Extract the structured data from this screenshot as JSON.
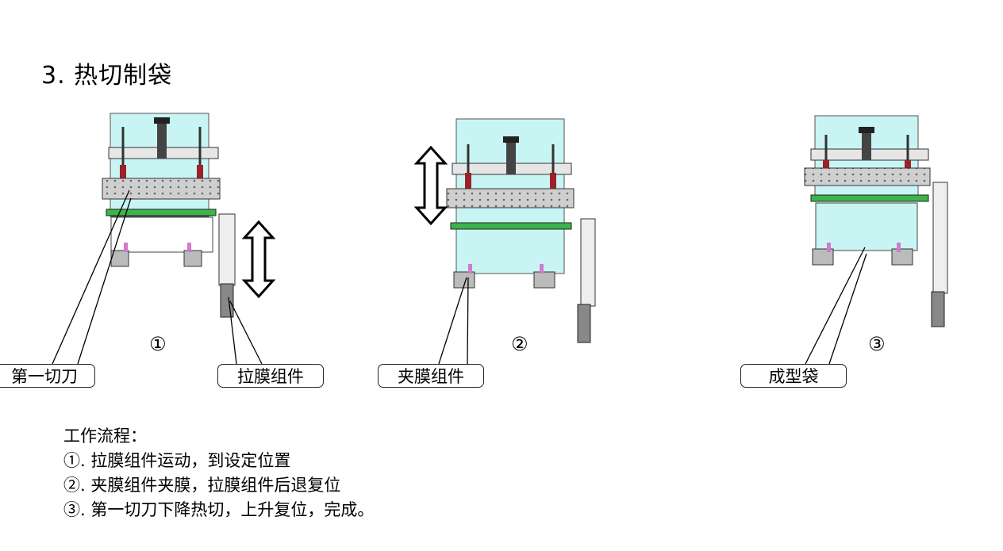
{
  "title": "3. 热切制袋",
  "steps_numbers": [
    "①",
    "②",
    "③"
  ],
  "callouts": {
    "first_cutter": "第一切刀",
    "pull_film": "拉膜组件",
    "clamp_film": "夹膜组件",
    "formed_bag": "成型袋"
  },
  "workflow": {
    "heading": "工作流程：",
    "lines": [
      "①. 拉膜组件运动，到设定位置",
      "②. 夹膜组件夹膜，拉膜组件后退复位",
      "③. 第一切刀下降热切，上升复位，完成。"
    ]
  },
  "colors": {
    "film": "#c9f4f4",
    "green_bar": "#3bb54a",
    "frame": "#d9d9d9",
    "cylinder_red": "#a0202a"
  }
}
